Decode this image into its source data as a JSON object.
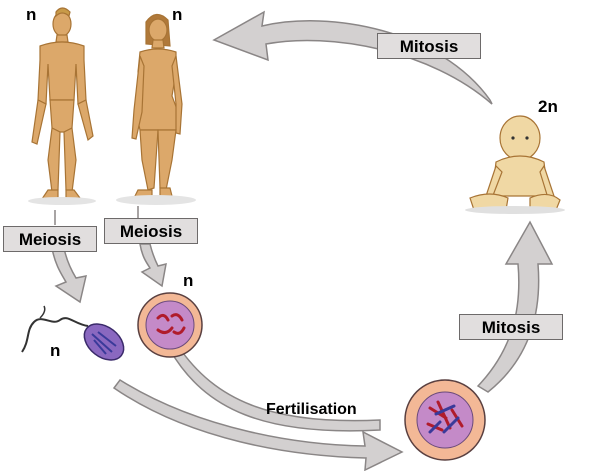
{
  "labels": {
    "male_ploidy": "n",
    "female_ploidy": "n",
    "baby_ploidy": "2n",
    "sperm_ploidy": "n",
    "egg_ploidy": "n"
  },
  "boxes": {
    "mitosis_top": "Mitosis",
    "mitosis_right": "Mitosis",
    "meiosis_male": "Meiosis",
    "meiosis_female": "Meiosis"
  },
  "fertilisation_label": "Fertilisation",
  "colors": {
    "arrow_fill": "#d3d0d0",
    "arrow_stroke": "#8a8686",
    "skin": "#dca86a",
    "skin_outline": "#a87435",
    "cell_outer": "#f3b896",
    "nucleus": "#c48ac8",
    "chromosome_red": "#b01c2c",
    "chromosome_blue": "#3a3a9a"
  }
}
